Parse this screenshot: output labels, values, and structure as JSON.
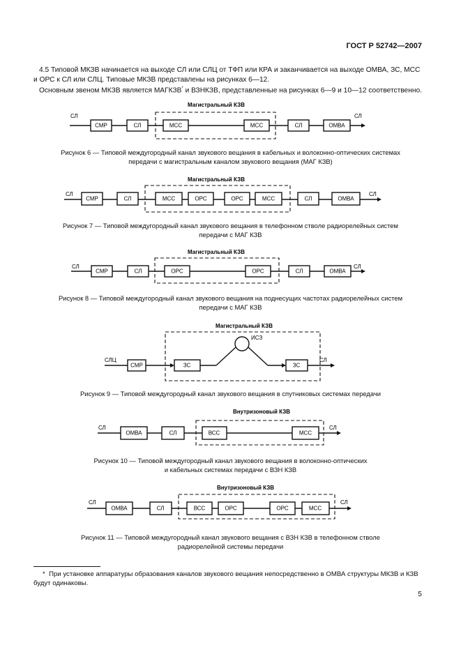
{
  "header": {
    "standard": "ГОСТ Р 52742—2007"
  },
  "body_text": {
    "p1": "4.5  Типовой МКЗВ начинается на выходе СЛ или СЛЦ от ТФП или КРА и заканчивается на выходе ОМВА, ЗС, МСС и ОРС к СЛ или СЛЦ. Типовые МКЗВ представлены на рисунках 6—12.",
    "p2_before": "Основным звеном МКЗВ является МАГКЗВ",
    "p2_sup": "*",
    "p2_after": " и ВЗНКЗВ, представленные на рисунках 6—9 и 10—12 соответственно."
  },
  "figures": {
    "fig6": {
      "group_label": "Магистральный КЗВ",
      "in_label": "СЛ",
      "out_label": "СЛ",
      "blocks": [
        "СМР",
        "СЛ",
        "МСС",
        "МСС",
        "СЛ",
        "ОМВА"
      ],
      "caption_l1": "Рисунок 6 — Типовой междугородный канал звукового вещания в кабельных и волоконно-оптических системах",
      "caption_l2": "передачи с магистральным каналом звукового вещания (МАГ КЗВ)"
    },
    "fig7": {
      "group_label": "Магистральный КЗВ",
      "in_label": "СЛ",
      "out_label": "СЛ",
      "blocks": [
        "СМР",
        "СЛ",
        "МСС",
        "ОРС",
        "ОРС",
        "МСС",
        "СЛ",
        "ОМВА"
      ],
      "caption_l1": "Рисунок 7 — Типовой междугородный канал звукового вещания в телефонном стволе радиорелейных систем",
      "caption_l2": "передачи с МАГ КЗВ"
    },
    "fig8": {
      "group_label": "Магистральный КЗВ",
      "in_label": "СЛ",
      "out_label": "СЛ",
      "blocks": [
        "СМР",
        "СЛ",
        "ОРС",
        "ОРС",
        "СЛ",
        "ОМВА"
      ],
      "caption_l1": "Рисунок 8 — Типовой междугородный канал звукового вещания на поднесущих частотах радиорелейных систем",
      "caption_l2": "передачи с МАГ КЗВ"
    },
    "fig9": {
      "group_label": "Магистральный КЗВ",
      "in_label": "СЛЦ",
      "out_label": "СЛ",
      "satellite_label": "ИСЗ",
      "blocks": [
        "СМР",
        "ЗС",
        "ЗС"
      ],
      "caption_l1": "Рисунок 9 — Типовой междугородный канал звукового вещания в спутниковых системах передачи"
    },
    "fig10": {
      "group_label": "Внутризоновый КЗВ",
      "in_label": "СЛ",
      "out_label": "СЛ",
      "blocks": [
        "ОМВА",
        "СЛ",
        "ВСС",
        "МСС"
      ],
      "caption_l1": "Рисунок 10 — Типовой междугородный канал звукового вещания в волоконно-оптических",
      "caption_l2": "и кабельных системах передачи с ВЗН КЗВ"
    },
    "fig11": {
      "group_label": "Внутризоновый КЗВ",
      "in_label": "СЛ",
      "out_label": "СЛ",
      "blocks": [
        "ОМВА",
        "СЛ",
        "ВСС",
        "ОРС",
        "ОРС",
        "МСС"
      ],
      "caption_l1": "Рисунок 11 — Типовой междугородный канал звукового вещания с ВЗН КЗВ в телефонном стволе",
      "caption_l2": "радиорелейной системы передачи"
    }
  },
  "footnote": {
    "marker": "*",
    "text": "При установке аппаратуры образования каналов звукового вещания непосредственно в ОМВА структуры МКЗВ и КЗВ будут одинаковы."
  },
  "page_number": "5"
}
